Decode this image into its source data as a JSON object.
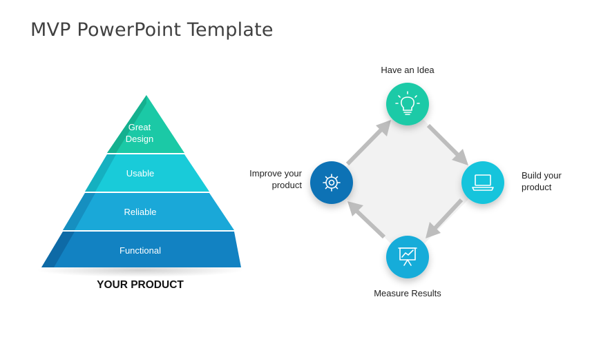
{
  "slide": {
    "title": "MVP PowerPoint Template"
  },
  "pyramid": {
    "levels": [
      {
        "label_lines": [
          "Great",
          "Design"
        ],
        "color": "#1bc9a6"
      },
      {
        "label_lines": [
          "Usable"
        ],
        "color": "#19cbd9"
      },
      {
        "label_lines": [
          "Reliable"
        ],
        "color": "#1aa8d8"
      },
      {
        "label_lines": [
          "Functional"
        ],
        "color": "#1282c2"
      }
    ],
    "caption": "YOUR PRODUCT"
  },
  "cycle": {
    "nodes": [
      {
        "id": "idea",
        "label_lines": [
          "Have an Idea"
        ],
        "icon": "lightbulb-icon",
        "color": "#1bcaa7"
      },
      {
        "id": "build",
        "label_lines": [
          "Build your",
          "product"
        ],
        "icon": "laptop-icon",
        "color": "#18c4dc"
      },
      {
        "id": "measure",
        "label_lines": [
          "Measure Results"
        ],
        "icon": "presentation-chart-icon",
        "color": "#19acd9"
      },
      {
        "id": "improve",
        "label_lines": [
          "Improve your",
          "product"
        ],
        "icon": "gear-cycle-icon",
        "color": "#0f72b5"
      }
    ]
  },
  "colors": {
    "title": "#404040",
    "arrow": "#bdbdbd",
    "diamond_fill": "#f2f2f2",
    "text": "#1f1f1f"
  }
}
